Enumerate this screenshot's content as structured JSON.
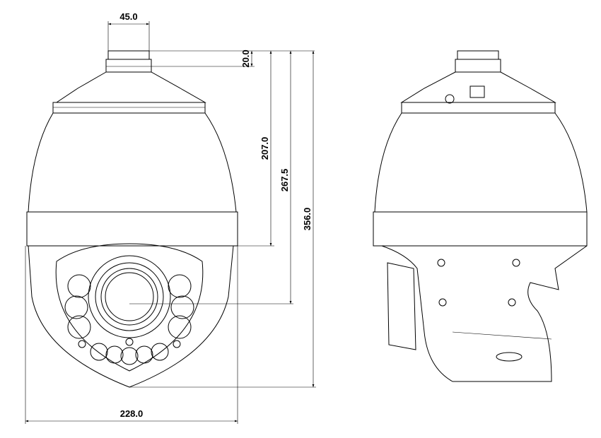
{
  "drawing": {
    "front_view": {
      "dimensions": {
        "mount_width": "45.0",
        "mount_height": "20.0",
        "body_height": "207.0",
        "lens_center_height": "267.5",
        "total_height": "356.0",
        "total_width": "228.0"
      }
    },
    "side_view": {}
  }
}
